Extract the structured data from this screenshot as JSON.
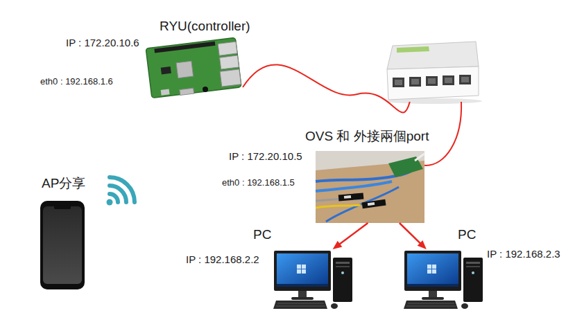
{
  "diagram": {
    "nodes": [
      {
        "text": [
          "RYU(controller)",
          "IP : 172.20.10.6",
          "eth0 : 192.168.1.6"
        ]
      },
      {
        "text": []
      },
      {
        "text": [
          "OVS 和 外接兩個port",
          "IP : 172.20.10.5",
          "eth0 : 192.168.1.5"
        ]
      },
      {
        "text": [
          "PC",
          "IP : 192.168.2.2"
        ]
      },
      {
        "text": [
          "PC",
          "IP : 192.168.2.3"
        ]
      },
      {
        "text": [
          "AP分享"
        ]
      }
    ],
    "edges": [
      {
        "from": 0,
        "to": 1,
        "arrow": "none"
      },
      {
        "from": 1,
        "to": 2,
        "arrow": "none"
      },
      {
        "from": 2,
        "to": 3,
        "arrow": "to"
      },
      {
        "from": 2,
        "to": 4,
        "arrow": "to"
      }
    ]
  }
}
